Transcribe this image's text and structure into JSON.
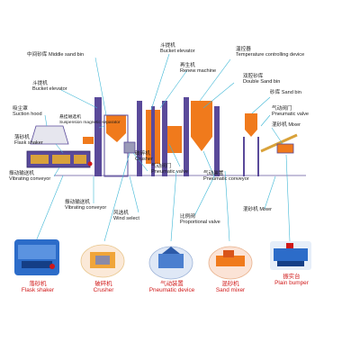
{
  "labels": {
    "middle_sand_bin": {
      "zh": "中间砂库",
      "en": "Middle sand bin"
    },
    "bucket_elevator_1": {
      "zh": "斗提机",
      "en": "Bucket elevator"
    },
    "bucket_elevator_2": {
      "zh": "斗提机",
      "en": "Bucket elevator"
    },
    "temp_device": {
      "zh": "温控器",
      "en": "Temperature controlling device"
    },
    "renew_machine": {
      "zh": "再生机",
      "en": "Renew machine"
    },
    "double_sand_bin": {
      "zh": "双腔砂库",
      "en": "Double Sand bin"
    },
    "sand_bin": {
      "zh": "砂库",
      "en": "Sand bin"
    },
    "suction_hood": {
      "zh": "吸尘罩",
      "en": "Suction hood"
    },
    "suspension_magnet": {
      "zh": "悬挂磁选机",
      "en": "Suspension magnetic separator"
    },
    "pneumatic_valve_1": {
      "zh": "气动阀门",
      "en": "Pneumatic valve"
    },
    "pneumatic_valve_2": {
      "zh": "气动阀门",
      "en": "Pneumatic valve"
    },
    "mixer_top": {
      "zh": "混砂机",
      "en": "Mixer"
    },
    "flask_shaker": {
      "zh": "落砂机",
      "en": "Flask shaker"
    },
    "crusher": {
      "zh": "破碎机",
      "en": "Crusher"
    },
    "pneumatic_conveyor": {
      "zh": "气动装置",
      "en": "Pneumatic conveyor"
    },
    "vib_conveyor_1": {
      "zh": "振动输送机",
      "en": "Vibrating conveyor"
    },
    "vib_conveyor_2": {
      "zh": "振动输送机",
      "en": "Vibrating conveyor"
    },
    "wind_select": {
      "zh": "风选机",
      "en": "Wind select"
    },
    "proportional_valve": {
      "zh": "比例阀",
      "en": "Proportional valve"
    },
    "sand_mixer_mid": {
      "zh": "混砂机",
      "en": "Mixer"
    }
  },
  "captions": [
    {
      "zh": "落砂机",
      "en": "Flask shaker"
    },
    {
      "zh": "破碎机",
      "en": "Crusher"
    },
    {
      "zh": "气动装置",
      "en": "Pneumatic device"
    },
    {
      "zh": "混砂机",
      "en": "Sand mixer"
    },
    {
      "zh": "振实台",
      "en": "Plain bumper"
    }
  ],
  "colors": {
    "tower_orange": "#f07a1c",
    "frame_purple": "#5a4a9a",
    "leader_cyan": "#3fb7d6",
    "caption_red": "#d01818",
    "photo_blue": "#2c6cc9"
  }
}
